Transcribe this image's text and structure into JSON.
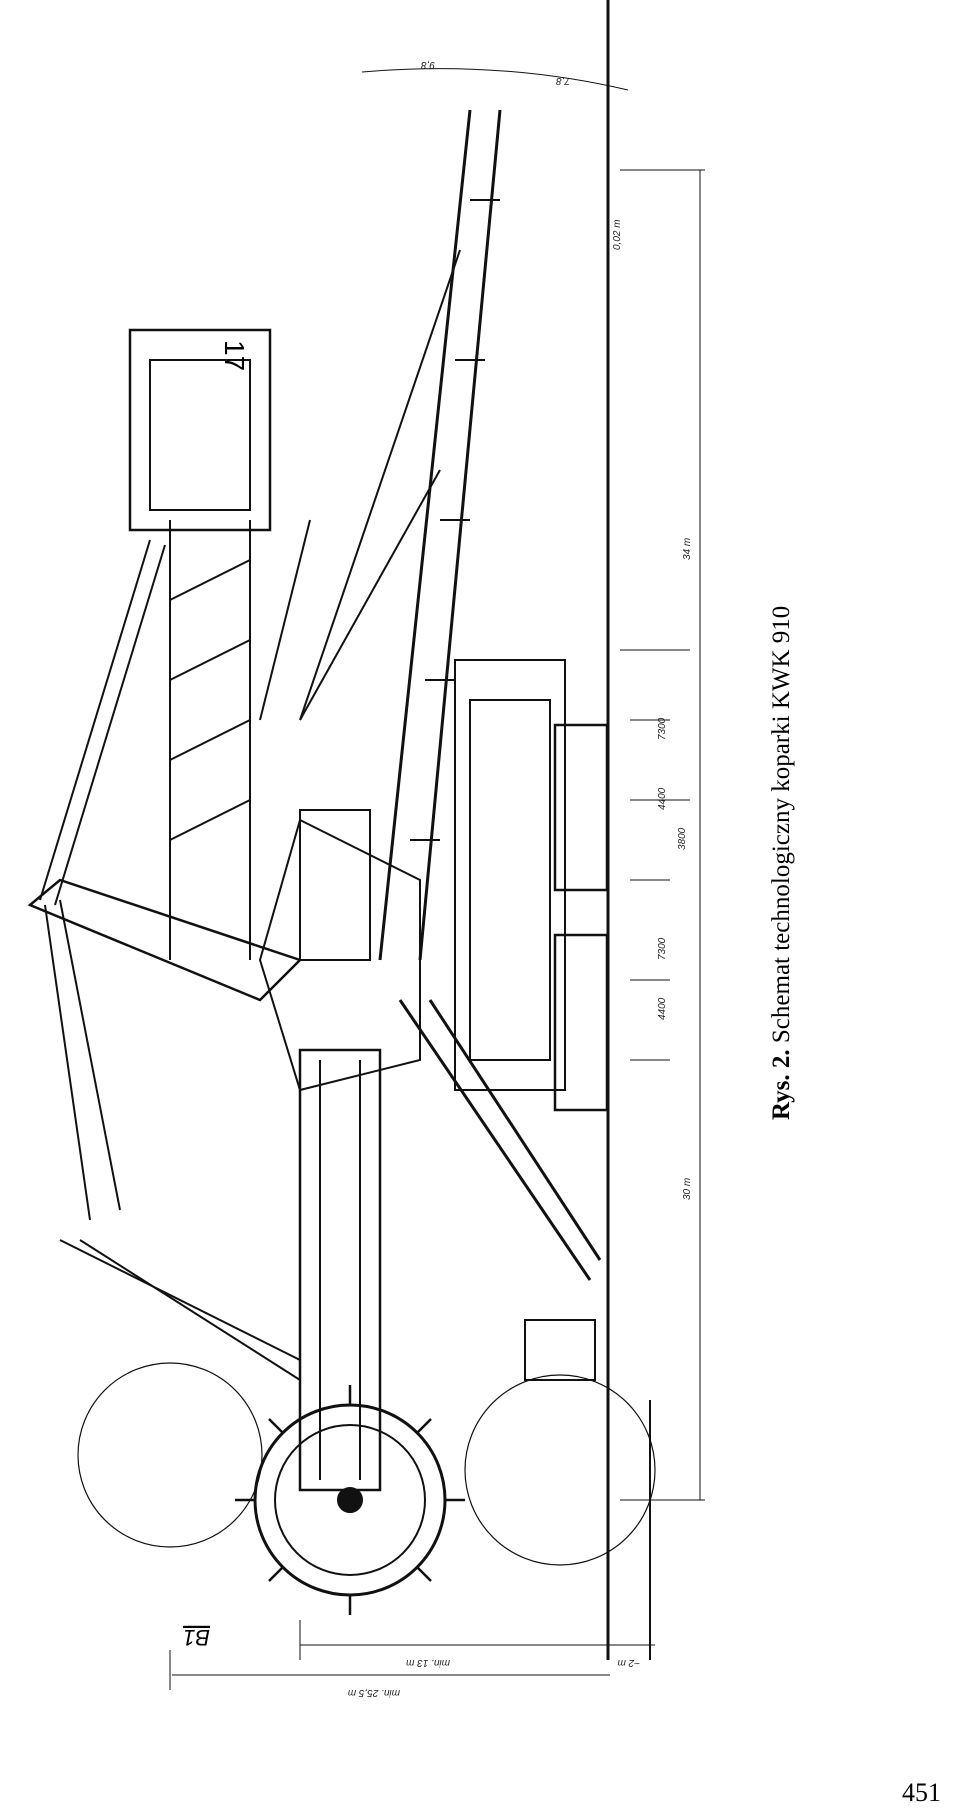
{
  "figure": {
    "section_mark": "B1",
    "unit_number": "17",
    "dimension_labels": [
      "min. 25,5 m",
      "min. 13 m",
      "~2 m",
      "30 m",
      "34 m",
      "7300",
      "4400",
      "3800",
      "4400",
      "7300",
      "0,02 m",
      "9,8",
      "7,8"
    ]
  },
  "caption": {
    "label": "Rys. 2.",
    "text": " Schemat technologiczny koparki KWK 910"
  },
  "page": {
    "number": "451"
  }
}
